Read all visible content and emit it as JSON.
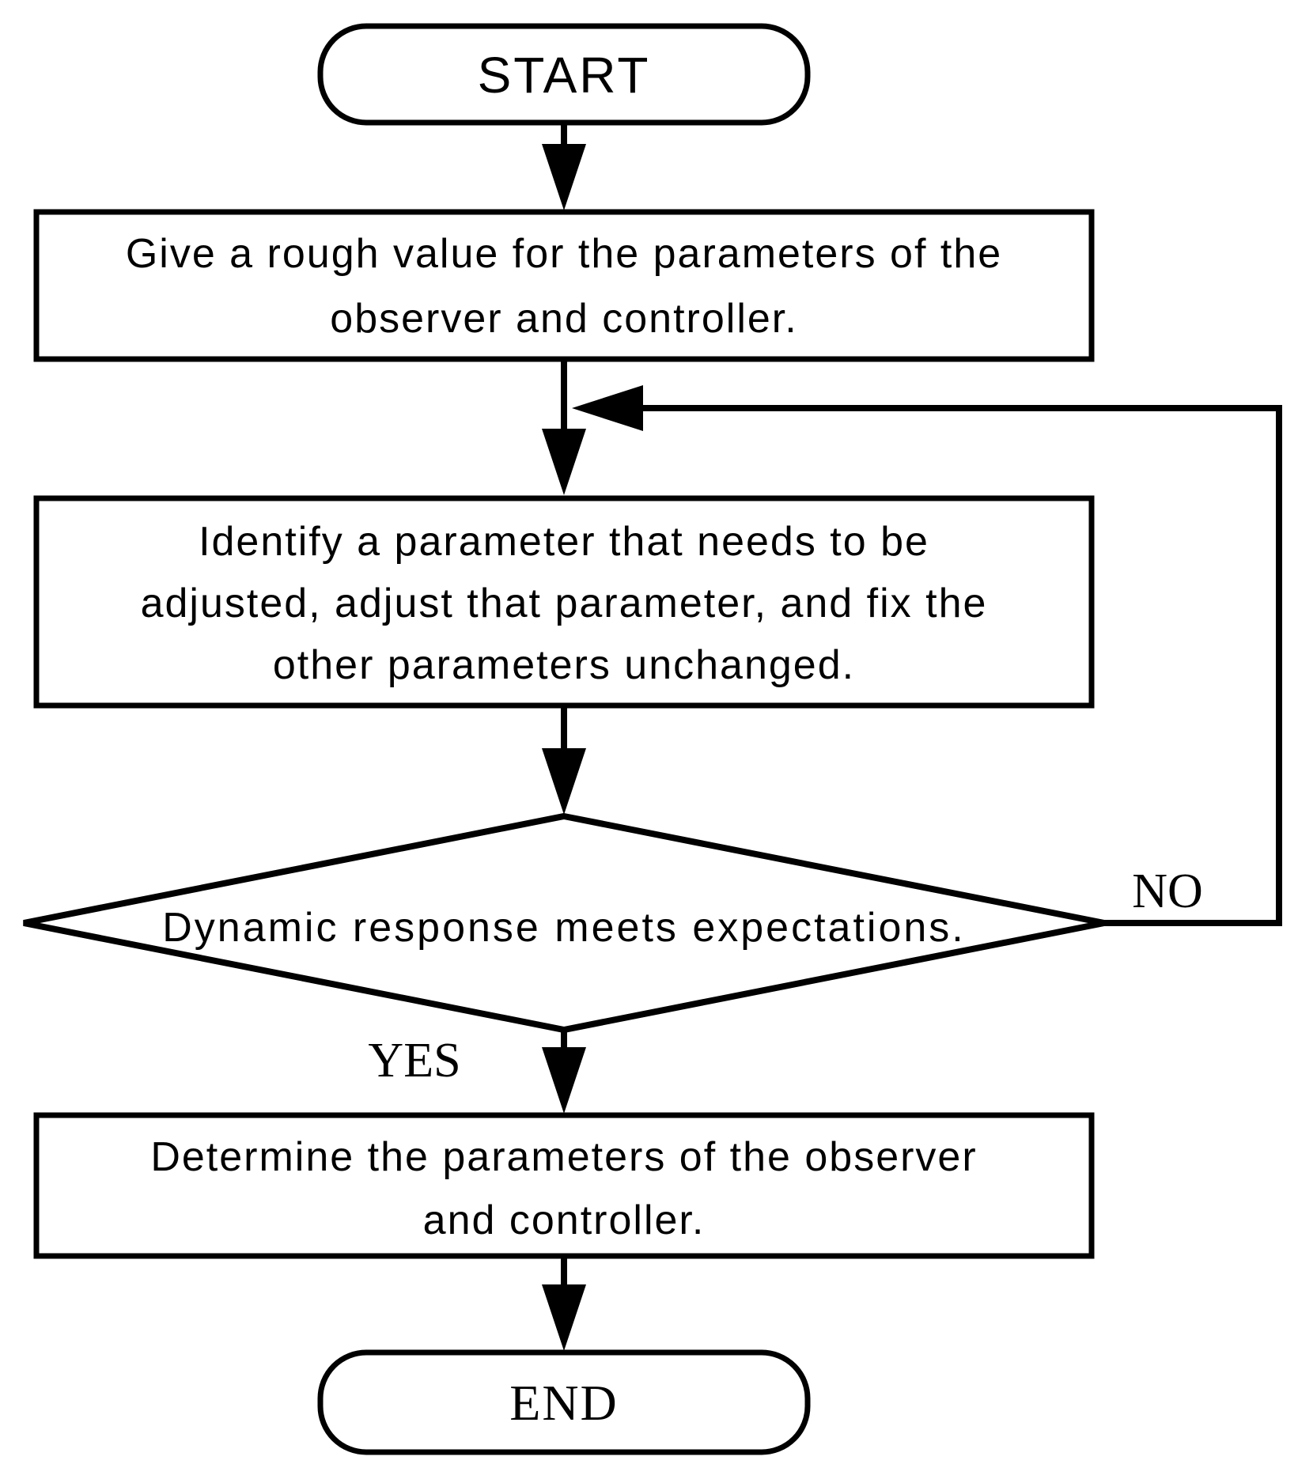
{
  "diagram": {
    "type": "flowchart",
    "background": "#ffffff",
    "stroke_color": "#000000",
    "text_color": "#000000",
    "nodes": {
      "start": {
        "type": "terminator",
        "label": "START"
      },
      "step1": {
        "type": "process",
        "lines": [
          "Give a rough value for the parameters of the",
          "observer and controller."
        ]
      },
      "step2": {
        "type": "process",
        "lines": [
          "Identify a parameter that needs to be",
          "adjusted, adjust that parameter, and fix the",
          "other parameters unchanged."
        ]
      },
      "decision": {
        "type": "decision",
        "label": "Dynamic response meets expectations."
      },
      "step3": {
        "type": "process",
        "lines": [
          "Determine the parameters of the observer",
          "and controller."
        ]
      },
      "end": {
        "type": "terminator",
        "label": "END"
      }
    },
    "branch_labels": {
      "yes": "YES",
      "no": "NO"
    }
  }
}
